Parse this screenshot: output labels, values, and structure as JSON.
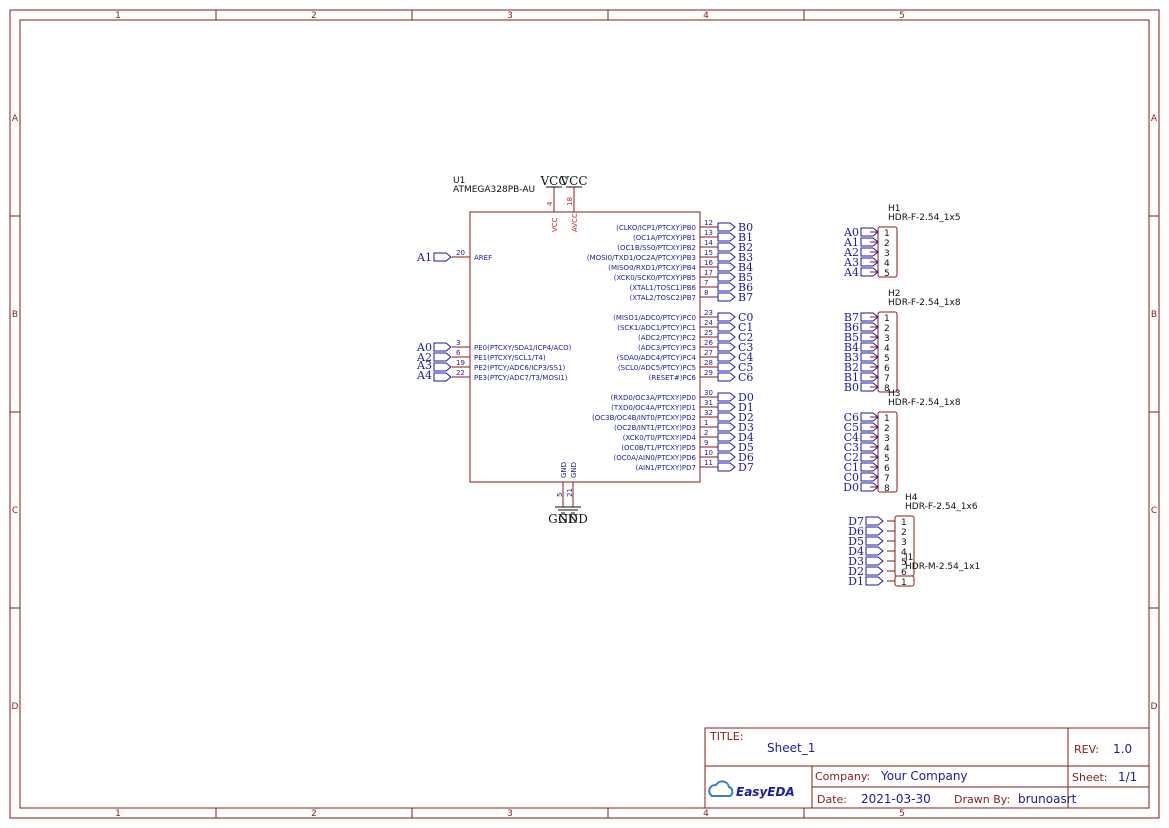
{
  "frame": {
    "columns": [
      "1",
      "2",
      "3",
      "4",
      "5"
    ],
    "rows": [
      "A",
      "B",
      "C",
      "D"
    ]
  },
  "u1": {
    "designator": "U1",
    "part": "ATMEGA328PB-AU",
    "vcc_pins": [
      {
        "num": "4",
        "name": "VCC",
        "power": "VCC"
      },
      {
        "num": "18",
        "name": "AVCC",
        "power": "VCC"
      }
    ],
    "gnd_pins": [
      {
        "num": "5",
        "name": "GND",
        "power": "GND"
      },
      {
        "num": "21",
        "name": "GND",
        "power": "GND"
      }
    ],
    "left_pins": [
      {
        "num": "20",
        "name": "AREF",
        "net": "A1"
      },
      {
        "num": "3",
        "name": "PE0(PTCXY/SDA1/ICP4/ACO)",
        "net": "A0"
      },
      {
        "num": "6",
        "name": "PE1(PTCXY/SCL1/T4)",
        "net": "A2"
      },
      {
        "num": "19",
        "name": "PE2(PTCY/ADC6/ICP3/SS1)",
        "net": "A3"
      },
      {
        "num": "22",
        "name": "PE3(PTCY/ADC7/T3/MOSI1)",
        "net": "A4"
      }
    ],
    "right_pins": [
      {
        "num": "12",
        "name": "(CLKO/ICP1/PTCXY)PB0",
        "net": "B0"
      },
      {
        "num": "13",
        "name": "(OC1A/PTCXY)PB1",
        "net": "B1"
      },
      {
        "num": "14",
        "name": "(OC1B/SS0/PTCXY)PB2",
        "net": "B2"
      },
      {
        "num": "15",
        "name": "(MOSI0/TXD1/OC2A/PTCXY)PB3",
        "net": "B3"
      },
      {
        "num": "16",
        "name": "(MISO0/RXD1/PTCXY)PB4",
        "net": "B4"
      },
      {
        "num": "17",
        "name": "(XCK0/SCK0/PTCXY)PB5",
        "net": "B5"
      },
      {
        "num": "7",
        "name": "(XTAL1/TOSC1)PB6",
        "net": "B6"
      },
      {
        "num": "8",
        "name": "(XTAL2/TOSC2)PB7",
        "net": "B7"
      },
      {
        "num": "23",
        "name": "(MISO1/ADC0/PTCY)PC0",
        "net": "C0"
      },
      {
        "num": "24",
        "name": "(SCK1/ADC1/PTCY)PC1",
        "net": "C1"
      },
      {
        "num": "25",
        "name": "(ADC2/PTCY)PC2",
        "net": "C2"
      },
      {
        "num": "26",
        "name": "(ADC3/PTCY)PC3",
        "net": "C3"
      },
      {
        "num": "27",
        "name": "(SDA0/ADC4/PTCY)PC4",
        "net": "C4"
      },
      {
        "num": "28",
        "name": "(SCL0/ADC5/PTCY)PC5",
        "net": "C5"
      },
      {
        "num": "29",
        "name": "(RESET#)PC6",
        "net": "C6"
      },
      {
        "num": "30",
        "name": "(RXD0/OC3A/PTCXY)PD0",
        "net": "D0"
      },
      {
        "num": "31",
        "name": "(TXD0/OC4A/PTCXY)PD1",
        "net": "D1"
      },
      {
        "num": "32",
        "name": "(OC3B/OC4B/INT0/PTCXY)PD2",
        "net": "D2"
      },
      {
        "num": "1",
        "name": "(OC2B/INT1/PTCXY)PD3",
        "net": "D3"
      },
      {
        "num": "2",
        "name": "(XCK0/T0/PTCXY)PD4",
        "net": "D4"
      },
      {
        "num": "9",
        "name": "(OC0B/T1/PTCXY)PD5",
        "net": "D5"
      },
      {
        "num": "10",
        "name": "(OC0A/AIN0/PTCXY)PD6",
        "net": "D6"
      },
      {
        "num": "11",
        "name": "(AIN1/PTCXY)PD7",
        "net": "D7"
      }
    ]
  },
  "headers": [
    {
      "designator": "H1",
      "part": "HDR-F-2.54_1x5",
      "nets": [
        "A0",
        "A1",
        "A2",
        "A3",
        "A4"
      ],
      "pins": [
        "1",
        "2",
        "3",
        "4",
        "5"
      ]
    },
    {
      "designator": "H2",
      "part": "HDR-F-2.54_1x8",
      "nets": [
        "B7",
        "B6",
        "B5",
        "B4",
        "B3",
        "B2",
        "B1",
        "B0"
      ],
      "pins": [
        "1",
        "2",
        "3",
        "4",
        "5",
        "6",
        "7",
        "8"
      ]
    },
    {
      "designator": "H3",
      "part": "HDR-F-2.54_1x8",
      "nets": [
        "C6",
        "C5",
        "C4",
        "C3",
        "C2",
        "C1",
        "C0",
        "D0"
      ],
      "pins": [
        "1",
        "2",
        "3",
        "4",
        "5",
        "6",
        "7",
        "8"
      ]
    },
    {
      "designator": "H4",
      "part": "HDR-F-2.54_1x6",
      "nets": [
        "D7",
        "D6",
        "D5",
        "D4",
        "D3",
        "D2"
      ],
      "pins": [
        "1",
        "2",
        "3",
        "4",
        "5",
        "6"
      ]
    },
    {
      "designator": "J1",
      "part": "HDR-M-2.54_1x1",
      "nets": [
        "D1"
      ],
      "pins": [
        "1"
      ]
    }
  ],
  "title_block": {
    "title_label": "TITLE:",
    "title": "Sheet_1",
    "rev_label": "REV:",
    "rev": "1.0",
    "company_label": "Company:",
    "company": "Your Company",
    "sheet_label": "Sheet:",
    "sheet": "1/1",
    "date_label": "Date:",
    "date": "2021-03-30",
    "drawn_label": "Drawn By:",
    "drawn_by": "brunoasrt",
    "logo": "EasyEDA"
  },
  "colors": {
    "frame": "#8b1a1a",
    "net": "#1a1aa6",
    "pin_number": "#cc2222"
  }
}
